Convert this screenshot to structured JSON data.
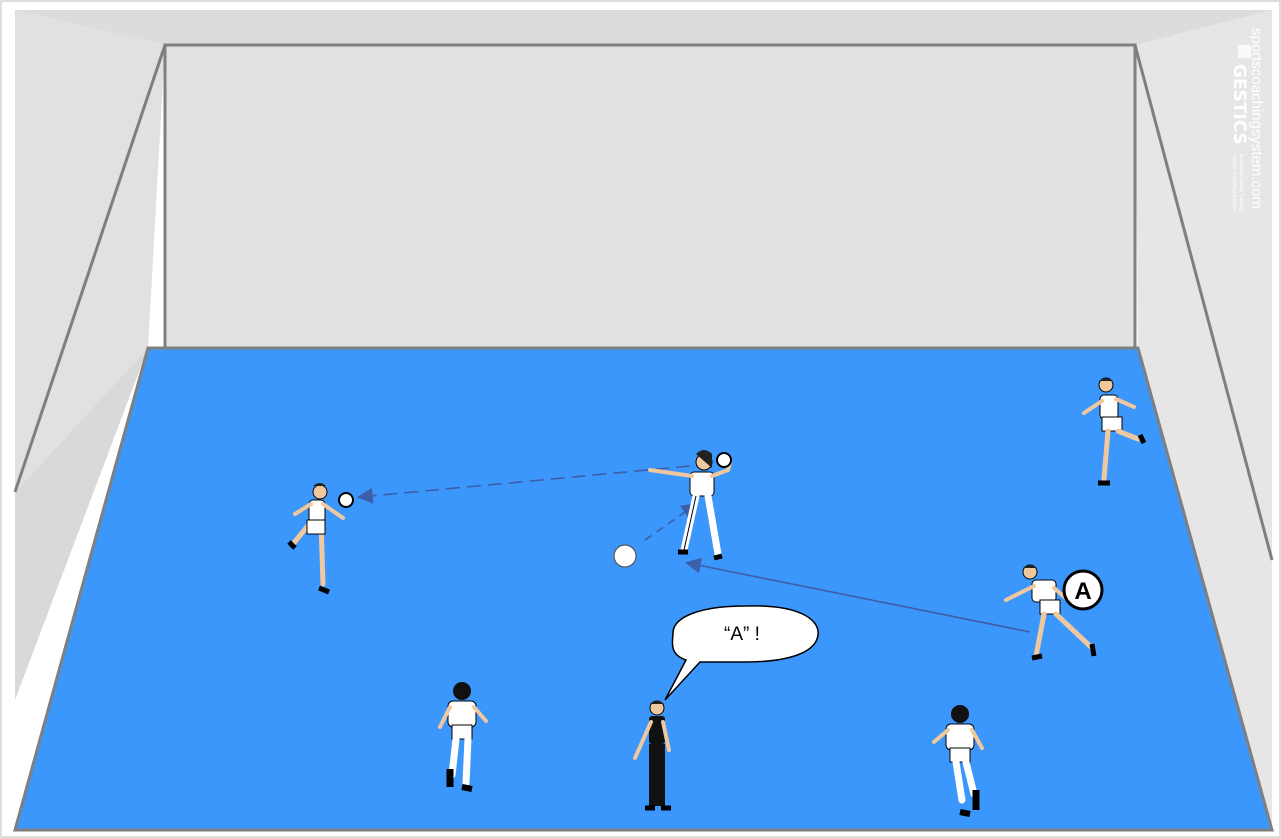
{
  "scene": {
    "type": "indoor-court-drill-diagram",
    "colors": {
      "floor": "#3b97fb",
      "back_wall": "#dedede",
      "side_wall": "#e4e4e4",
      "wall_edge": "#7f7f7f",
      "arrow": "#3d5ea8"
    }
  },
  "speech_bubble": {
    "text": "“A” !"
  },
  "player_label": {
    "text": "A"
  },
  "watermark": {
    "site": "sportscoachingsystem.com",
    "brand": "GESTICS",
    "tagline_1": "Exercises Sports Training",
    "tagline_2": "Images Coaching System"
  },
  "players": [
    {
      "id": "left-receiver",
      "role": "receiver",
      "has_ball": true
    },
    {
      "id": "center-thrower",
      "role": "thrower",
      "has_ball": true
    },
    {
      "id": "top-right-runner",
      "role": "runner",
      "has_ball": false
    },
    {
      "id": "player-a",
      "role": "called-player",
      "has_ball": false
    },
    {
      "id": "bottom-left-runner",
      "role": "runner",
      "has_ball": false
    },
    {
      "id": "bottom-right-runner",
      "role": "runner",
      "has_ball": false
    },
    {
      "id": "coach",
      "role": "coach",
      "has_ball": false
    }
  ]
}
